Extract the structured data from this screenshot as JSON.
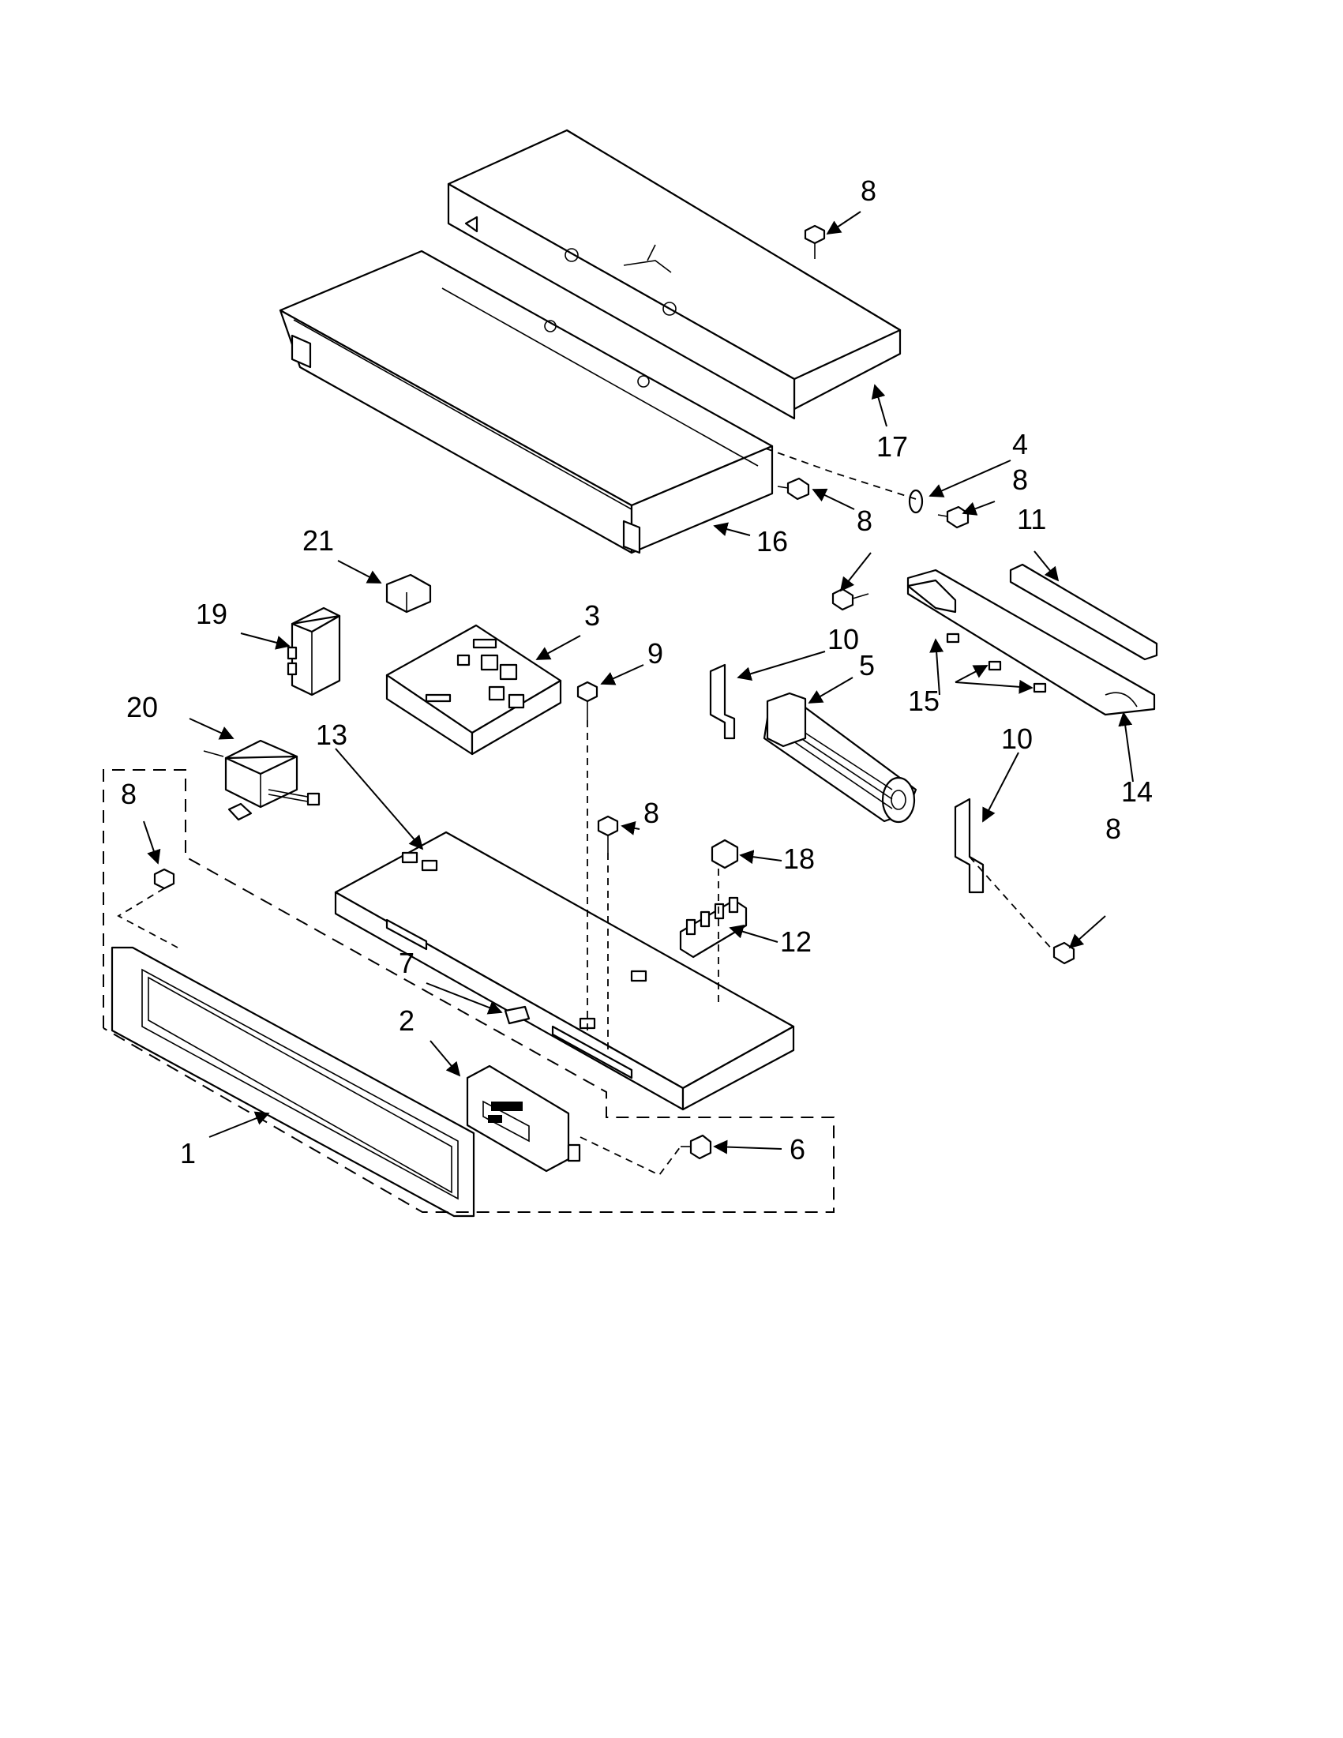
{
  "diagram": {
    "type": "exploded-parts-diagram",
    "line_color": "#000000",
    "background": "#ffffff",
    "callouts": {
      "c1": "1",
      "c2": "2",
      "c3": "3",
      "c4": "4",
      "c5": "5",
      "c6": "6",
      "c7": "7",
      "c8": "8",
      "c9": "9",
      "c10": "10",
      "c11": "11",
      "c12": "12",
      "c13": "13",
      "c14": "14",
      "c15": "15",
      "c16": "16",
      "c17": "17",
      "c18": "18",
      "c19": "19",
      "c20": "20",
      "c21": "21"
    }
  }
}
